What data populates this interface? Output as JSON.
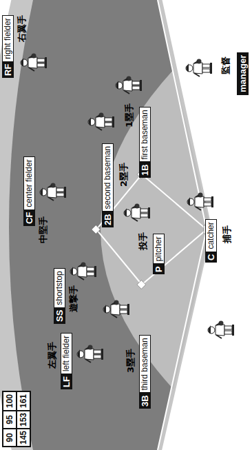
{
  "diagram": {
    "nodes": [
      {
        "text": [
          "LF",
          "left fielder"
        ]
      },
      {
        "text": [
          "CF",
          "center fielder"
        ]
      },
      {
        "text": [
          "RF",
          "right fielder"
        ]
      },
      {
        "text": [
          "SS",
          "shortstop"
        ]
      },
      {
        "text": [
          "2B",
          "second baseman"
        ]
      },
      {
        "text": [
          "3B",
          "third baseman"
        ]
      },
      {
        "text": [
          "1B",
          "first baseman"
        ]
      },
      {
        "text": [
          "P",
          "pitcher"
        ]
      },
      {
        "text": [
          "C",
          "catcher"
        ]
      },
      {
        "text": [
          "manager"
        ]
      }
    ],
    "labels": [
      "左翼手",
      "中堅手",
      "右翼手",
      "遊撃手",
      "2塁手",
      "3塁手",
      "1塁手",
      "投手",
      "捕手",
      "監督",
      "90",
      "95",
      "100",
      "145",
      "153",
      "161"
    ]
  }
}
